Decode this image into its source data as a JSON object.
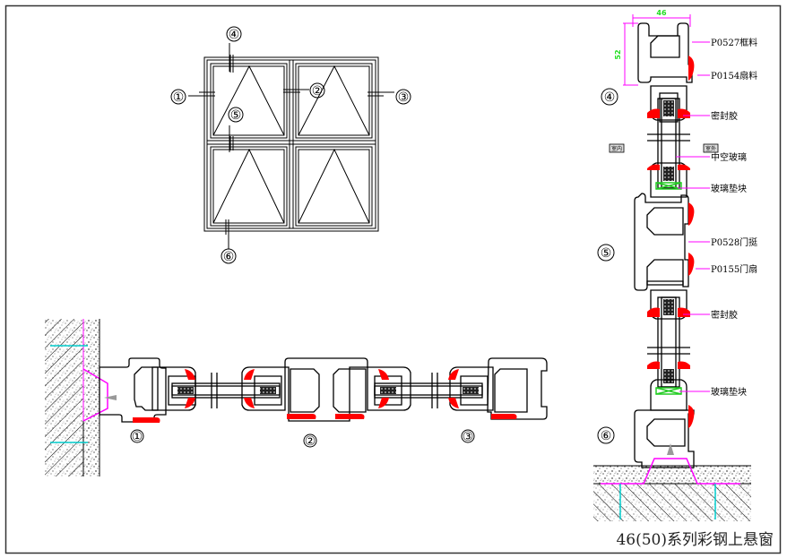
{
  "title": "46(50)系列彩钢上悬窗",
  "colors": {
    "profile": "#000000",
    "seal": "#ff0000",
    "leader": "#ff00ff",
    "dimension": "#22dd22",
    "setting_block": "#22cc22",
    "anchor": "#00cccc",
    "frame": "#333333"
  },
  "elevation": {
    "markers": [
      {
        "id": "m1",
        "label": "①"
      },
      {
        "id": "m2",
        "label": "②"
      },
      {
        "id": "m3",
        "label": "③"
      },
      {
        "id": "m4",
        "label": "④"
      },
      {
        "id": "m5",
        "label": "⑤"
      },
      {
        "id": "m6",
        "label": "⑥"
      }
    ]
  },
  "horizontal_section": {
    "markers": [
      "①",
      "②",
      "③"
    ]
  },
  "vertical_section": {
    "markers": [
      "④",
      "⑤",
      "⑥"
    ],
    "dimensions": {
      "width": "46",
      "height": "52"
    },
    "side_tags": {
      "interior": "室内",
      "exterior": "室外"
    },
    "callouts": [
      {
        "label": "P0527框料"
      },
      {
        "label": "P0154扇料"
      },
      {
        "label": "密封胶"
      },
      {
        "label": "中空玻璃"
      },
      {
        "label": "玻璃垫块"
      },
      {
        "label": "P0528门挺"
      },
      {
        "label": "P0155门扇"
      },
      {
        "label": "密封胶"
      },
      {
        "label": "玻璃垫块"
      }
    ]
  }
}
